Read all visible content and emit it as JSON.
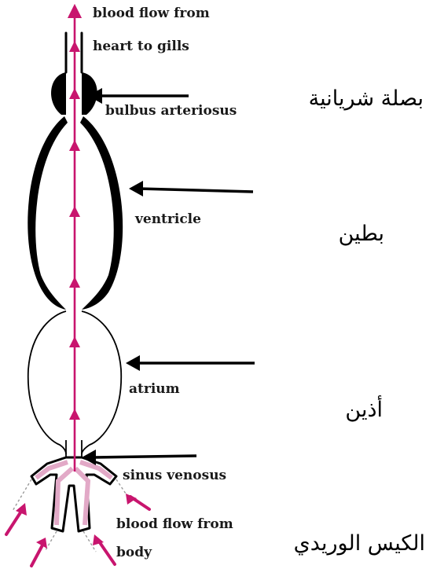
{
  "labels_en": {
    "top_line1": "blood flow from",
    "top_line2": "heart to gills",
    "bulbus": "bulbus arteriosus",
    "ventricle": "ventricle",
    "atrium": "atrium",
    "sinus": "sinus venosus",
    "bottom_line1": "blood flow from",
    "bottom_line2": "body"
  },
  "labels_ar": {
    "bulbus": "بصلة شريانية",
    "ventricle": "بطين",
    "atrium": "أذين",
    "sinus": "الكيس الوريدي"
  },
  "colors": {
    "flow": "#c8156e",
    "wall": "#000000",
    "vessel": "#e2a9c7"
  }
}
